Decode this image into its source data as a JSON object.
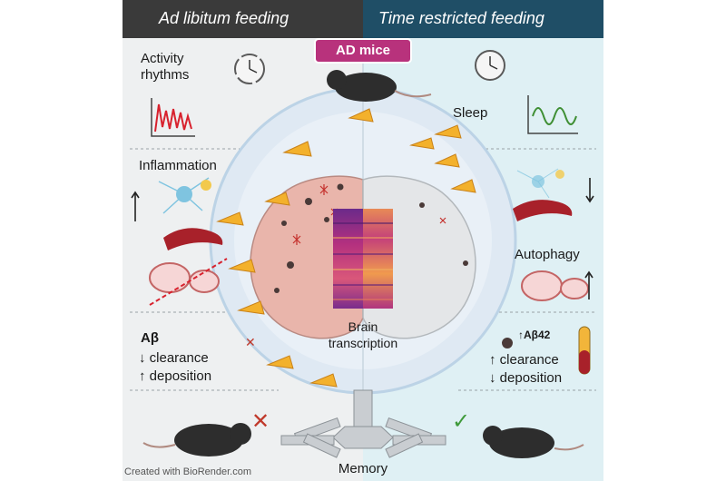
{
  "header": {
    "left_title": "Ad libitum feeding",
    "right_title": "Time restricted feeding",
    "center_badge": "AD mice"
  },
  "left_panel": {
    "activity_line1": "Activity",
    "activity_line2": "rhythms",
    "inflammation": "Inflammation",
    "abeta": "Aβ",
    "clearance": "↓ clearance",
    "deposition": "↑ deposition"
  },
  "right_panel": {
    "sleep": "Sleep",
    "autophagy": "Autophagy",
    "abeta42": "↑Aβ42",
    "clearance": "↑ clearance",
    "deposition": "↓ deposition"
  },
  "center": {
    "brain_line1": "Brain",
    "brain_line2": "transcription"
  },
  "bottom": {
    "memory": "Memory",
    "credit": "Created with BioRender.com"
  },
  "colors": {
    "left_header_bg": "#3a3a3a",
    "right_header_bg": "#1f4e66",
    "badge_bg": "#b8327c",
    "left_bg": "#eef0f1",
    "right_bg": "#dff0f4",
    "brain_left": "#e9b5ab",
    "brain_right": "#e4e6e8",
    "plot_red": "#d8222e",
    "plot_green": "#3f8f34",
    "cross_red": "#c0392b",
    "check_green": "#3f9a3a"
  }
}
